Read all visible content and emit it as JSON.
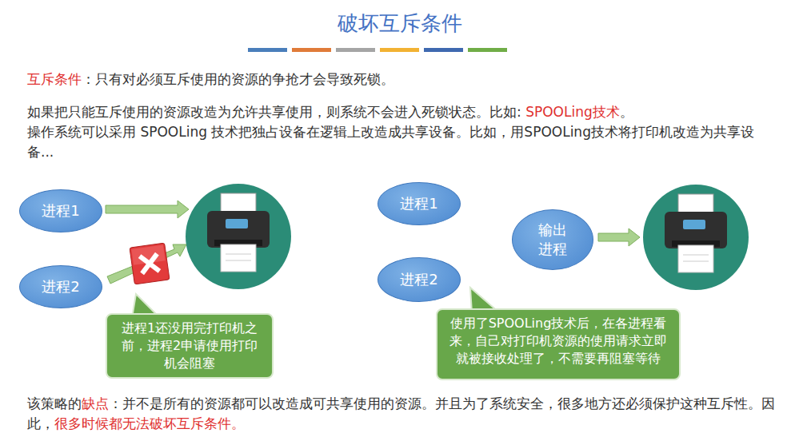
{
  "diagram": {
    "title": "破坏互斥条件",
    "nodes": [
      {
        "text": [
          "进程1"
        ]
      },
      {
        "text": [
          "进程2"
        ]
      },
      {
        "text": [
          "进程1还没用完打印机之前，进程2申请使用打印机会阻塞"
        ]
      },
      {
        "text": [
          "进程1"
        ]
      },
      {
        "text": [
          "输出 进程"
        ]
      },
      {
        "text": [
          "进程2"
        ]
      },
      {
        "text": [
          "使用了SPOOLing技术后，在各进程看来，自己对打印机资源的使用请求立即就被接收处理了，不需要再阻塞等待"
        ]
      }
    ],
    "labels": [
      "互斥条件",
      "：只有对必须互斥使用的资源的争抢才会导致死锁。",
      "如果把只能互斥使用的资源改造为允许共享使用，则系统不会进入死锁状态。比如: ",
      "SPOOLing技术",
      "。",
      "操作系统可以采用 SPOOLing 技术把独占设备在逻辑上改造成共享设备。比如，用SPOOLing技术将打印机改造为共享设备...",
      "该策略的",
      "缺点",
      "：并不是所有的资源都可以改造成可共享使用的资源。并且为了系统安全，很多地方还必须保护这种互斥性。因此，",
      "很多时候都无法破坏互斥条件。"
    ]
  }
}
